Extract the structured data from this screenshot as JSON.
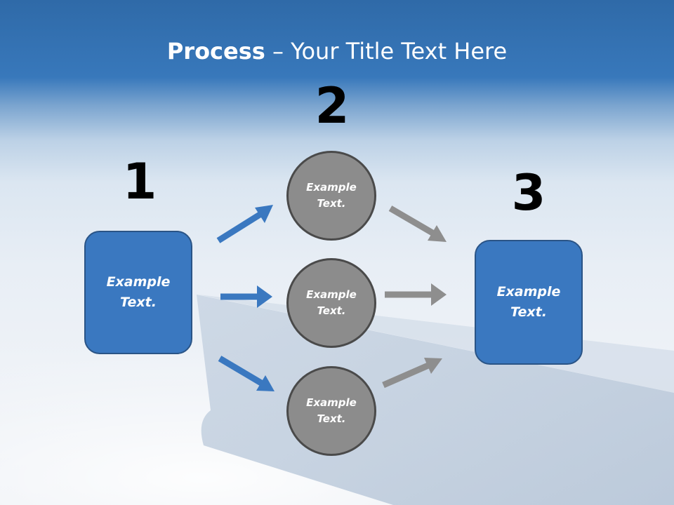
{
  "title": {
    "bold": "Process",
    "rest": " – Your Title Text Here"
  },
  "steps": {
    "one": "1",
    "two": "2",
    "three": "3"
  },
  "boxes": {
    "left": "Example Text.",
    "right": "Example Text."
  },
  "circles": {
    "top": "Example Text.",
    "middle": "Example Text.",
    "bottom": "Example Text."
  },
  "colors": {
    "blue_box": "#3a78c0",
    "gray_circle": "#8c8c8c",
    "blue_arrow": "#3a78c0",
    "gray_arrow": "#8e8e8e"
  }
}
